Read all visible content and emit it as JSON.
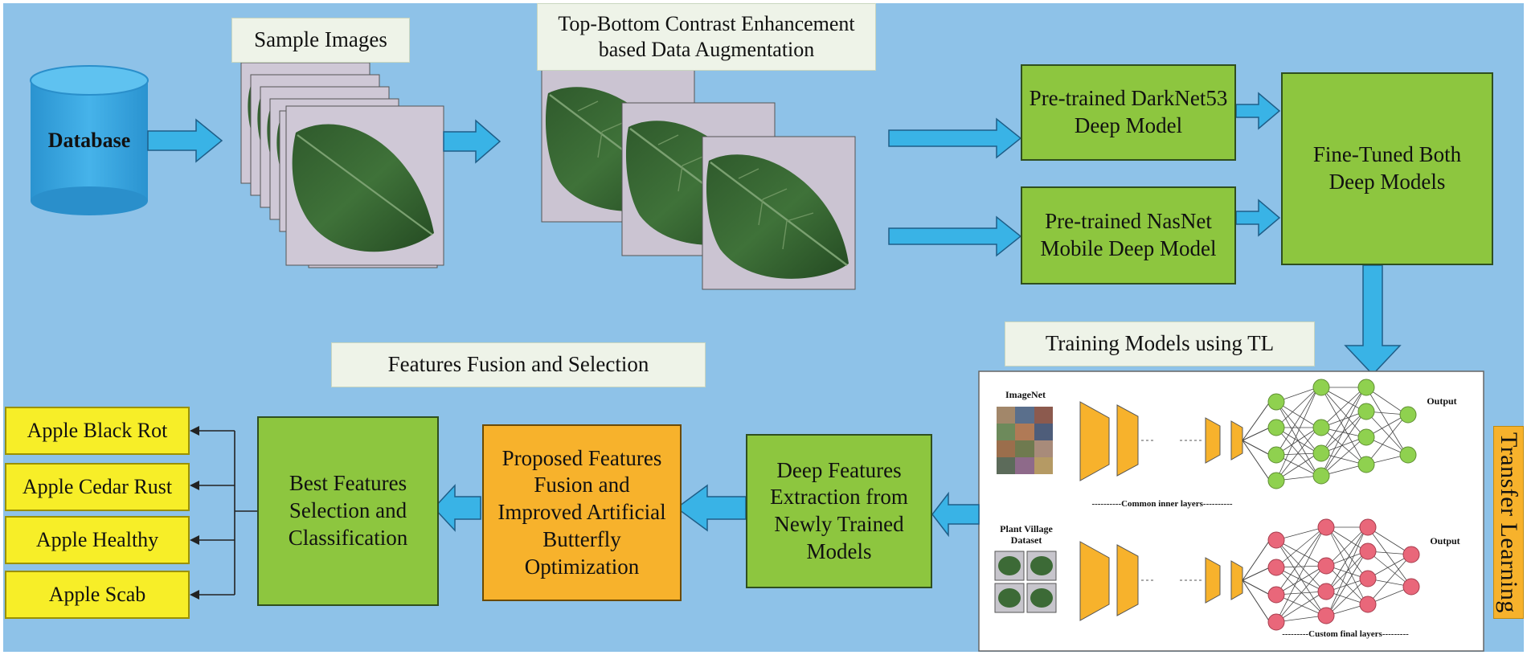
{
  "nodes": {
    "database": "Database",
    "sample_images": "Sample Images",
    "augmentation": "Top-Bottom Contrast Enhancement based Data Augmentation",
    "darknet": "Pre-trained DarkNet53 Deep Model",
    "nasnet": "Pre-trained NasNet Mobile Deep Model",
    "finetuned": "Fine-Tuned Both Deep Models",
    "training_tl": "Training Models using TL",
    "transfer_learning": "Transfer Learning",
    "deep_features": "Deep Features Extraction from Newly Trained Models",
    "fusion": "Proposed Features Fusion and Improved Artificial Butterfly Optimization",
    "fusion_selection_title": "Features Fusion and Selection",
    "best_features": "Best Features Selection and Classification"
  },
  "classes": [
    "Apple Black Rot",
    "Apple Cedar Rust",
    "Apple Healthy",
    "Apple Scab"
  ],
  "tl_panel": {
    "imagenet": "ImageNet",
    "plant_village": "Plant Village Dataset",
    "output_top": "Output",
    "output_bottom": "Output",
    "common_layers": "----------Common inner layers----------",
    "custom_layers": "---------Custom final layers---------"
  },
  "colors": {
    "background": "#8ec2e8",
    "arrow": "#39b3e6",
    "green": "#8dc63f",
    "orange": "#f7b22c",
    "yellow": "#f7ee28",
    "node_green": "#8fd14f",
    "node_red": "#e9677a"
  }
}
